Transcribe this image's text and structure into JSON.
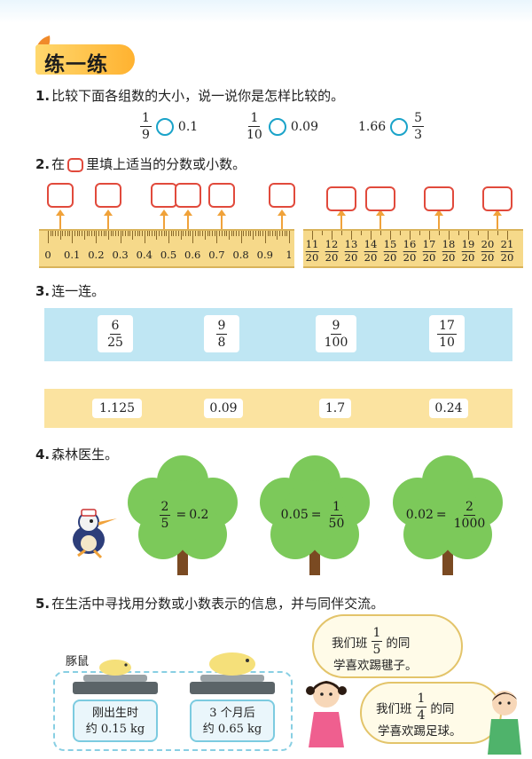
{
  "header": {
    "title": "练一练"
  },
  "q1": {
    "number": "1.",
    "text": "比较下面各组数的大小，说一说你是怎样比较的。",
    "pairs": [
      {
        "left_num": "1",
        "left_den": "9",
        "right": "0.1"
      },
      {
        "left_num": "1",
        "left_den": "10",
        "right": "0.09"
      },
      {
        "left": "1.66",
        "right_num": "5",
        "right_den": "3"
      }
    ]
  },
  "q2": {
    "number": "2.",
    "text_before": "在",
    "text_after": "里填上适当的分数或小数。",
    "ruler1_labels": [
      "0",
      "0.1",
      "0.2",
      "0.3",
      "0.4",
      "0.5",
      "0.6",
      "0.7",
      "0.8",
      "0.9",
      "1"
    ],
    "ruler1_answer_positions": [
      0.05,
      0.25,
      0.48,
      0.58,
      0.72,
      0.97
    ],
    "ruler2_numerators": [
      "11",
      "12",
      "13",
      "14",
      "15",
      "16",
      "17",
      "18",
      "19",
      "20",
      "21"
    ],
    "ruler2_denominator": "20",
    "ruler2_answer_positions": [
      12.5,
      14.5,
      17.5,
      20.5
    ]
  },
  "q3": {
    "number": "3.",
    "text": "连一连。",
    "top_cards": [
      {
        "num": "6",
        "den": "25"
      },
      {
        "num": "9",
        "den": "8"
      },
      {
        "num": "9",
        "den": "100"
      },
      {
        "num": "17",
        "den": "10"
      }
    ],
    "bottom_cards": [
      "1.125",
      "0.09",
      "1.7",
      "0.24"
    ]
  },
  "q4": {
    "number": "4.",
    "text": "森林医生。",
    "trees": [
      {
        "num": "2",
        "den": "5",
        "op": "=",
        "val": "0.2",
        "order": "frac-first"
      },
      {
        "val": "0.05",
        "op": "=",
        "num": "1",
        "den": "50",
        "order": "dec-first"
      },
      {
        "val": "0.02",
        "op": "=",
        "num": "2",
        "den": "1000",
        "order": "dec-first"
      }
    ]
  },
  "q5": {
    "number": "5.",
    "text": "在生活中寻找用分数或小数表示的信息，并与同伴交流。",
    "animal_label": "豚鼠",
    "cards": [
      {
        "line1": "刚出生时",
        "line2": "约 0.15 kg"
      },
      {
        "line1": "3 个月后",
        "line2": "约 0.65 kg"
      }
    ],
    "bubble1": {
      "before": "我们班",
      "num": "1",
      "den": "5",
      "after": "的同",
      "line2": "学喜欢踢毽子。"
    },
    "bubble2": {
      "before": "我们班",
      "num": "1",
      "den": "4",
      "after": "的同",
      "line2": "学喜欢踢足球。"
    }
  },
  "colors": {
    "accent_orange": "#f0a23a",
    "box_red": "#e14a3c",
    "circle_blue": "#1aa3c9",
    "ruler_yellow": "#f6d98a",
    "strip_blue": "#bfe6f3",
    "strip_yellow": "#fbe3a0",
    "tree_green": "#7cc95a"
  }
}
